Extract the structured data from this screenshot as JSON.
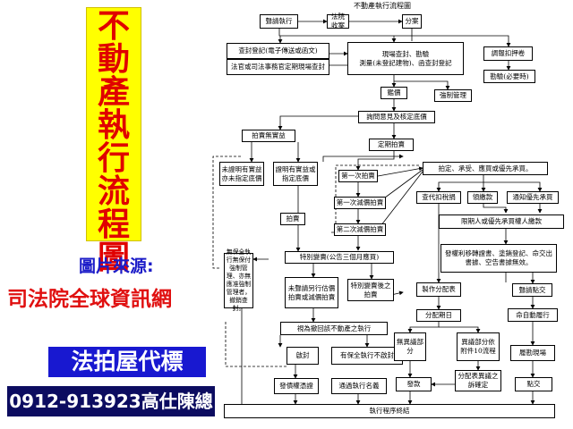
{
  "promo": {
    "title_chars": [
      "不",
      "動",
      "產",
      "執",
      "行",
      "流",
      "程",
      "圖"
    ],
    "source_label": "圖片來源:",
    "source_name": "司法院全球資訊網",
    "brand": "法拍屋代標",
    "contact": "0912-913923高仕陳總"
  },
  "flowchart": {
    "title": "不動產執行流程圖",
    "nodes": {
      "apply": "聲請執行",
      "court_receipt": "法院收案",
      "assign": "分案",
      "seal_register": "查封登記(電子傳送或函文)",
      "site_inquiry": "法官或司法事務官定期現場查封",
      "site_seal": "現場查封、勘驗",
      "survey": "測量(未登記建物)、函查封登記",
      "record_transcript": "調報扣押卷",
      "survey_fee": "勘驗(必要時)",
      "appraisal": "鑑價",
      "forced_management": "強制管理",
      "hearing": "詢問意見及核定底價",
      "no_benefit": "拍賣無實益",
      "scheduled_auction": "定期拍賣",
      "note_a": "未證明有實益亦未指定底價",
      "note_b": "證明有實益或指定底價",
      "first_auction": "第一次拍賣",
      "second_auction": "第一次減價拍賣",
      "third_auction": "第二次減價拍賣",
      "auction": "拍賣",
      "special_sale": "特別變賣(公告三個月應買)",
      "undertake": "拍定、承受、應買或優先承買。",
      "tax": "查代扣稅捐",
      "pay_price": "領繳款",
      "notify_priority": "通知優先承買",
      "deadline_priority": "限期人或優先承買權人繳款",
      "release": "無保全執行無保付強制管理、亦無應准強制管理者，撤銷查封。",
      "no_bid_again": "未聲請另行估價拍賣或減價拍賣",
      "special_change": "特別變賣後之拍賣",
      "issue_certificate": "發權利移轉證書、塗銷登記、命交出書據、空告書據無效。",
      "distribution_table": "製作分配表",
      "delivery": "聲請點交",
      "deemed_withdrawn": "視為撤回該不動產之執行",
      "distribution_date": "分配期日",
      "order_delivery": "命自動履行",
      "release_seal": "啟封",
      "other_seal": "有保全執行不啟封",
      "no_objection": "無異議部分",
      "objection": "異議部分依附件10流程",
      "finalized": "分配表異議之訴確定",
      "move_out": "履勘現場",
      "creditor_cert": "發債權憑證",
      "announce_list": "通過執行名義",
      "disburse": "發款",
      "hand_over": "點交",
      "end": "執行程序終結"
    }
  }
}
